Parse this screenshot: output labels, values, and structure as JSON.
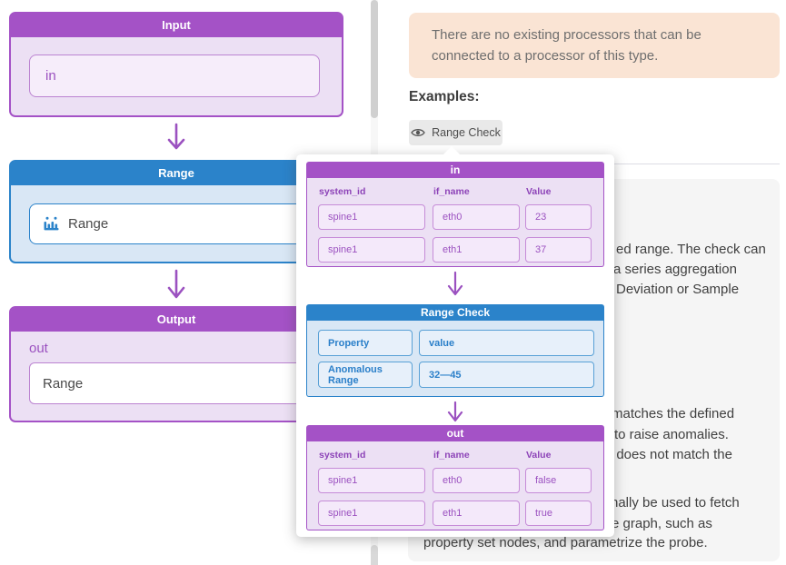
{
  "diagram": {
    "input": {
      "title": "Input",
      "field_value": "in"
    },
    "range": {
      "title": "Range",
      "field_value": "Range"
    },
    "output": {
      "title": "Output",
      "field_label": "out",
      "field_value": "Range"
    }
  },
  "panel": {
    "notice": "There are no existing processors that can be connected to a processor of this type.",
    "examples_label": "Examples:",
    "example_button_label": "Range Check",
    "doc_fragments": [
      "ed range. The check can",
      "a series aggregation",
      "Deviation or Sample",
      "matches the defined",
      "to raise anomalies.",
      "t does not match the",
      "nally be used to fetch",
      "e graph, such as"
    ],
    "doc_last_line": "property set nodes, and parametrize the probe."
  },
  "tooltip": {
    "in_table": {
      "title": "in",
      "columns": [
        "system_id",
        "if_name",
        "Value"
      ],
      "rows": [
        [
          "spine1",
          "eth0",
          "23"
        ],
        [
          "spine1",
          "eth1",
          "37"
        ]
      ]
    },
    "processor": {
      "title": "Range Check",
      "rows": [
        [
          "Property",
          "value"
        ],
        [
          "Anomalous Range",
          "32—45"
        ]
      ]
    },
    "out_table": {
      "title": "out",
      "columns": [
        "system_id",
        "if_name",
        "Value"
      ],
      "rows": [
        [
          "spine1",
          "eth0",
          "false"
        ],
        [
          "spine1",
          "eth1",
          "true"
        ]
      ]
    }
  },
  "colors": {
    "purple_accent": "#a452c6",
    "purple_text": "#9b51c0",
    "blue_accent": "#2b83ca",
    "notice_bg": "#fae4d4",
    "doc_bg": "#f5f5f5"
  },
  "icons": {
    "eye": "eye-icon",
    "range_glyph": "range-histogram-icon"
  }
}
